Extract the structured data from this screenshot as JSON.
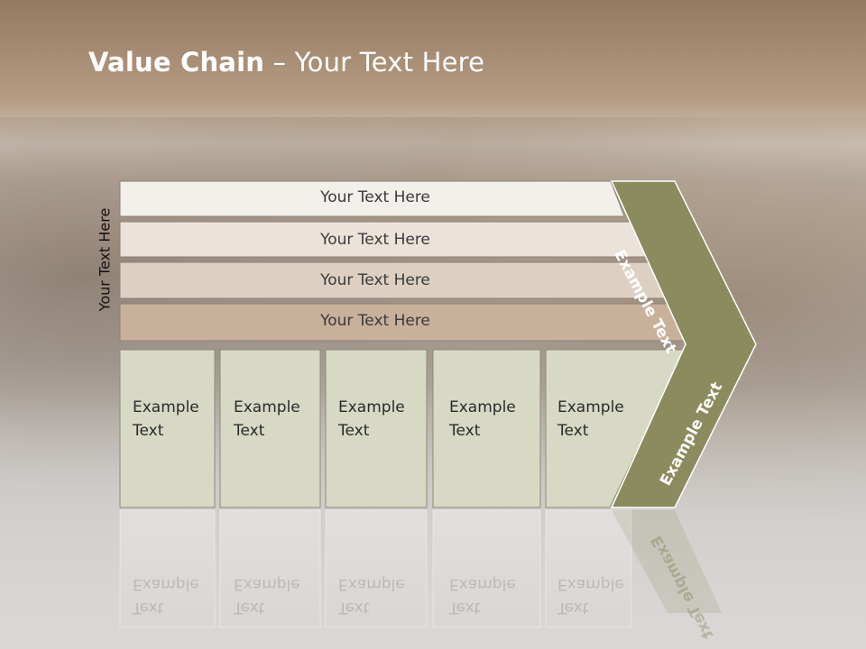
{
  "slide": {
    "title_bold": "Value Chain",
    "title_rest": " – Your Text Here",
    "side_label": "Your Text Here"
  },
  "rows": [
    {
      "label": "Your Text Here",
      "color": "#f3efeb"
    },
    {
      "label": "Your Text Here",
      "color": "#ebe2da"
    },
    {
      "label": "Your Text Here",
      "color": "#ddd0c3"
    },
    {
      "label": "Your Text Here",
      "color": "#c9b09b"
    }
  ],
  "boxes": [
    {
      "line1": "Example",
      "line2": "Text"
    },
    {
      "line1": "Example",
      "line2": "Text"
    },
    {
      "line1": "Example",
      "line2": "Text"
    },
    {
      "line1": "Example",
      "line2": "Text"
    },
    {
      "line1": "Example",
      "line2": "Text"
    }
  ],
  "chevron": {
    "upper_label": "Example Text",
    "lower_label": "Example Text",
    "color": "#8b8b5d"
  },
  "colors": {
    "box_fill": "#d8d9c4",
    "box_stroke": "#8a8a7a"
  }
}
